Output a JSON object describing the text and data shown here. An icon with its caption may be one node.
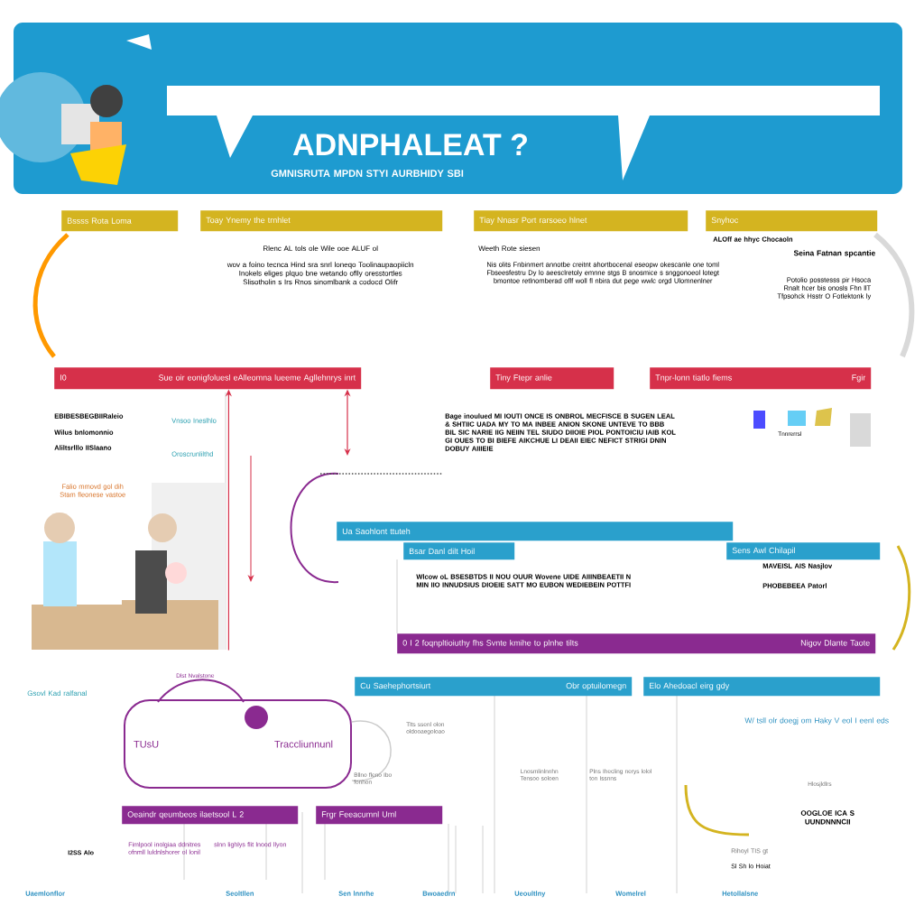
{
  "diagram": {
    "title": "ADNPHALEAT ?",
    "nodes": [
      {
        "text": [
          "Bssss Rota Loma"
        ]
      },
      {
        "text": [
          "Toay Ynemy the trnhlet"
        ],
        "beside": [
          "Rlenc AL tols ole Wile ooe ALUF ol",
          "wov a foino tecnca Hind sra snrl loneqo Toolinaupaopiicln Inokels eliges plquo bne wetando oflly oresstortles Slisotholin s Irs Rnos sinomlbank a codocd Olifr"
        ]
      },
      {
        "text": [
          "Tiay Nnasr Port rarsoeo hlnet"
        ],
        "beside": [
          "Weeth Rote siesen",
          "Nis olits Fnbinmert annotbe creitnt ahortbocenal eseopw okescanle one toml Fbseesfestru Dy lo aeesclretoly emnne stgs B snosmice s snggonoeol lotegt bmontoe retlnomberad oflf woll fl nbira dut pege wwlc orgd Ulomnenlner"
        ]
      },
      {
        "text": [
          "Snyhoc"
        ],
        "beside": [
          "ALOff ae hhyc Chocaoln",
          "Seina Fatnan spcantie",
          "Potolio posstesss pir Hsoca Rnalt hcer bis onosls Fhn llT Tfpsohck Hsstr O Fotlektonk ly"
        ]
      },
      {
        "text": [
          "I0",
          "Sue oir eonigfoluesl eAlleomna lueeme Agllehnrys inrt"
        ]
      },
      {
        "text": [
          "Tiny Ftepr anlie"
        ]
      },
      {
        "text": [
          "Tnpr-lonn tiatlo fiems",
          "Fgir"
        ]
      },
      {
        "text": [
          "Ua Saohlont ttuteh"
        ]
      },
      {
        "text": [
          "Bsar Danl dilt Hoil"
        ]
      },
      {
        "text": [
          "Sens Awl Chilapil"
        ]
      },
      {
        "text": [
          "0 I 2 foqnpltioiuthy fhs Svnte kmihe to plnhe tilts",
          "Nigov Dlante Taote"
        ]
      },
      {
        "text": [
          "Cu Saehephortsiurt",
          "Obr optuilomegn"
        ]
      },
      {
        "text": [
          "Elo Ahedoacl eirg gdy"
        ]
      },
      {
        "text": [
          "TUsU",
          "Traccliunnunl"
        ]
      },
      {
        "text": [
          "Oeaindr qeumbeos ilaetsool L 2"
        ]
      },
      {
        "text": [
          "Frgr Feeacumnl Uml"
        ]
      },
      {
        "text": [],
        "shape": "picture"
      }
    ],
    "edges": [
      {
        "from": 16,
        "to": 4,
        "arrow": "to"
      },
      {
        "from": null,
        "to": 4,
        "arrow": "both"
      }
    ],
    "labels": [
      "GMNISRUTA MPDN STYI AURBHIDY SBI",
      "EBIBESBEGBIIRaleio",
      "Wilus bnlomonnio",
      "Aliltsrlllo IISlaano",
      "Vnsoo Ineslhlo",
      "Oroscrunlilthd",
      "Falio mmovd gol dih Stam fleonese vastoe",
      "Bage inoulued MI IOUTI ONCE IS ONBROL MECFISCE B SUGEN LEAL & SHTIIC UADA MY TO MA INBEE ANION SKONE UNTEVE TO BBB BIL SIC NARIE IIG NEIIN TEL SIUDO DIIOIE PIOL PONTOICIU IAIB KOL GI OUES TO BI BIEFE AIKCHUE LI DEAII EIEC NEFICT STRIGI DNIN DOBUY AIIIEIE",
      "Tnnrerrsl",
      "Wlcow oL BSESBTDS II NOU OUUR Wovene UIDE AIIINBEAETII N MIN IIO INNUDSIUS DIOEIE SATT MO EUBON WEDIEBEIN POTTFI",
      "MAVEISL AIS Nasjlov",
      "PHOBEBEEA Patorl",
      "Gsovl Kad ralfanal",
      "Dlst Nvalstone",
      "Tlts ssenl olon oldooaegoloao",
      "Bllno fleno Ibo fonhon",
      "Lnosmlinlnnhn Tensoo soloen",
      "Plns Ihecling nerys lolol ton Issnns",
      "W/ tsll olr doegj om Haky V eol I eenl eds",
      "Hlosjldlrs",
      "OOGLOE ICA S UUNDNNNCII",
      "Rihoyl TIS gt",
      "Sl Sh lo Hoiat",
      "I2SS Alo",
      "Fimlpool inolgiaa ddnitres ofnmll luldnlshorer ol lonil",
      "slnn lighlys flit lnood llyon",
      "Uaemlonflor",
      "Seoltllen",
      "Sen lnnrhe",
      "Bwoaedrn",
      "Ueoultlny",
      "Womelrel",
      "Hetollalsne"
    ]
  }
}
